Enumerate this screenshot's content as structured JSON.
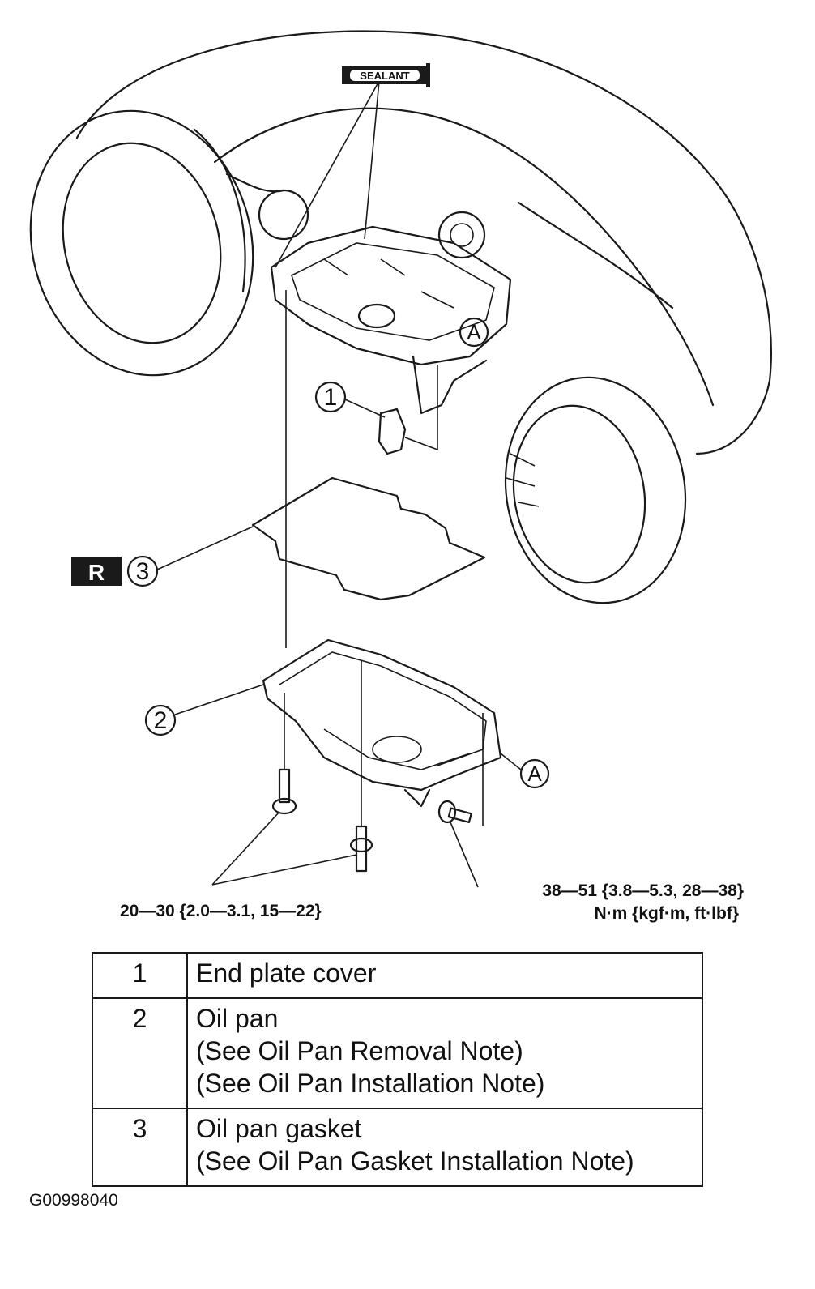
{
  "diagram": {
    "sealant_label": "SEALANT",
    "replace_badge": "R",
    "callouts": [
      "1",
      "2",
      "3"
    ],
    "detail_marker": "A",
    "torque_left": "20—30 {2.0—3.1, 15—22}",
    "torque_right": "38—51 {3.8—5.3, 28—38}",
    "torque_units": "N·m {kgf·m, ft·lbf}"
  },
  "parts_table": [
    {
      "num": "1",
      "lines": [
        "End plate cover"
      ]
    },
    {
      "num": "2",
      "lines": [
        "Oil pan",
        "(See  Oil Pan Removal Note)",
        "(See  Oil Pan Installation Note)"
      ]
    },
    {
      "num": "3",
      "lines": [
        "Oil pan gasket",
        "(See  Oil Pan Gasket Installation Note)"
      ]
    }
  ],
  "figure_id": "G00998040"
}
